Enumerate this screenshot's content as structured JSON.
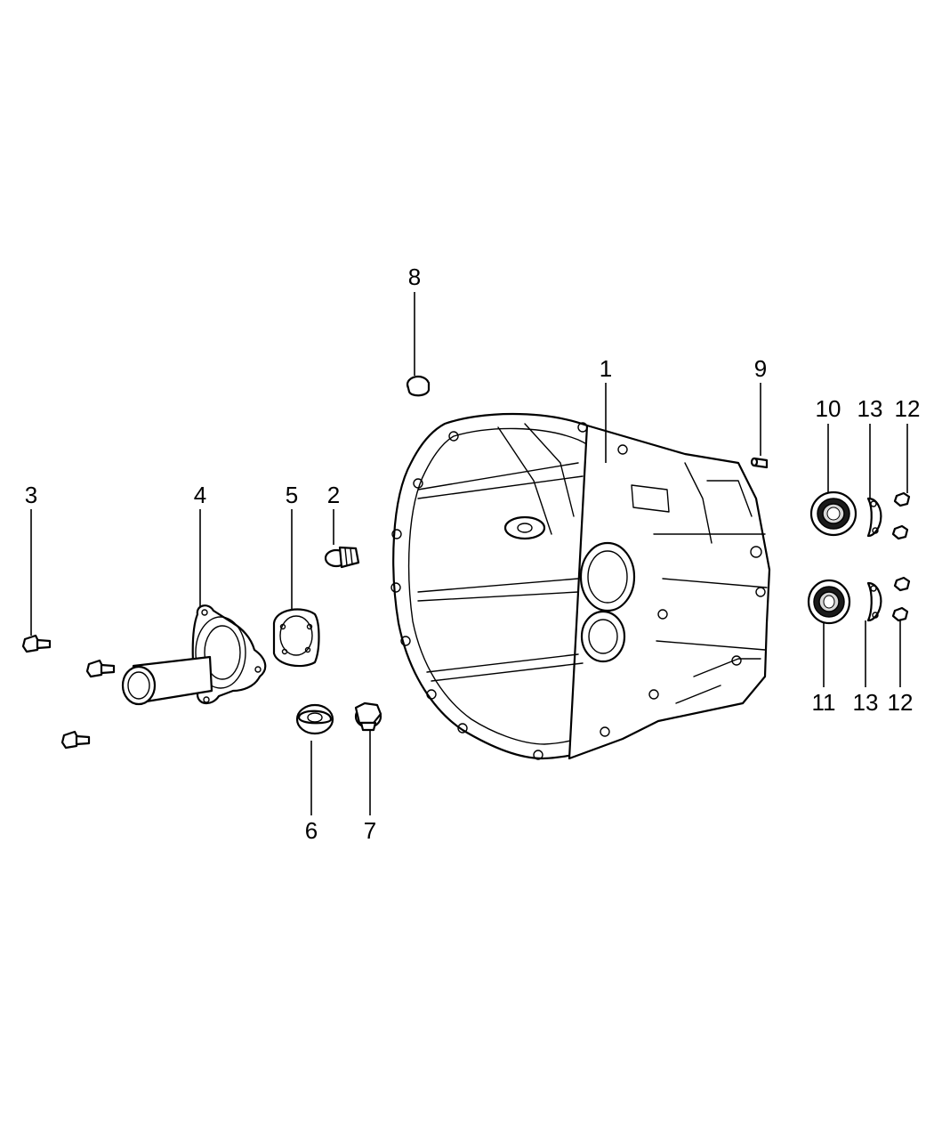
{
  "diagram": {
    "callouts": [
      {
        "id": "c1",
        "label": "1"
      },
      {
        "id": "c2",
        "label": "2"
      },
      {
        "id": "c3",
        "label": "3"
      },
      {
        "id": "c4",
        "label": "4"
      },
      {
        "id": "c5",
        "label": "5"
      },
      {
        "id": "c6",
        "label": "6"
      },
      {
        "id": "c7",
        "label": "7"
      },
      {
        "id": "c8",
        "label": "8"
      },
      {
        "id": "c9",
        "label": "9"
      },
      {
        "id": "c10",
        "label": "10"
      },
      {
        "id": "c11",
        "label": "11"
      },
      {
        "id": "c12a",
        "label": "12"
      },
      {
        "id": "c12b",
        "label": "12"
      },
      {
        "id": "c13a",
        "label": "13"
      },
      {
        "id": "c13b",
        "label": "13"
      }
    ]
  }
}
